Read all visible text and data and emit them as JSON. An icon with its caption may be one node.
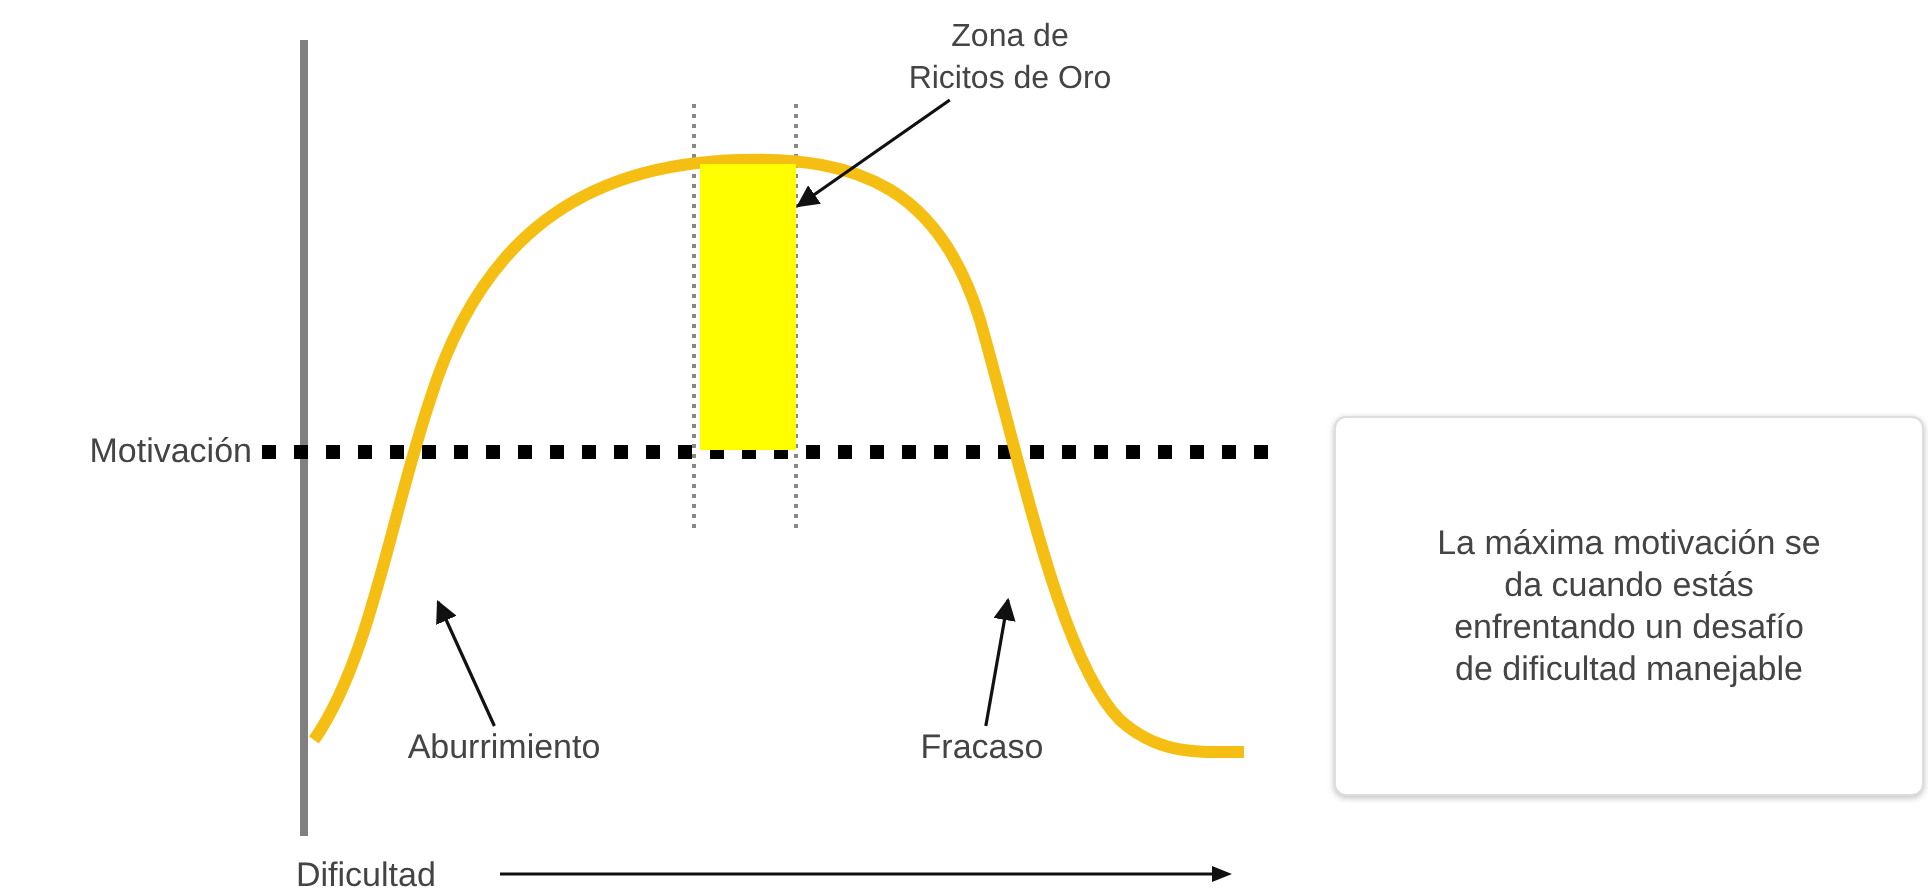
{
  "diagram": {
    "nodes": [
      {
        "text": [
          "Zona de Ricitos de Oro"
        ]
      },
      {
        "text": [],
        "shape": "box"
      },
      {
        "text": [
          "Aburrimiento"
        ]
      },
      {
        "text": [
          "Fracaso"
        ]
      },
      {
        "text": [
          "La máxima motivación se da cuando estás enfrentando un desafío de dificultad manejable"
        ]
      }
    ],
    "edges": [
      {
        "from": 0,
        "to": 1,
        "arrow": "to"
      },
      {
        "from": 2,
        "to": null,
        "arrow": "to"
      },
      {
        "from": 3,
        "to": null,
        "arrow": "to"
      }
    ],
    "labels": [
      "Motivación",
      "Dificultad"
    ]
  }
}
